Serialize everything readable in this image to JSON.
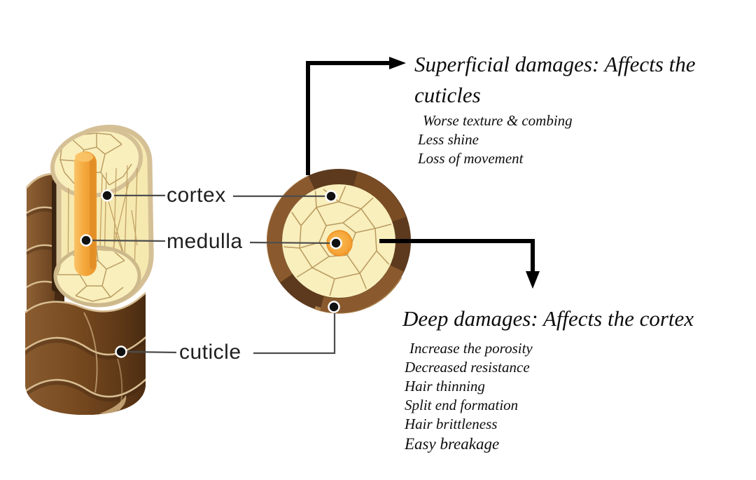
{
  "labels": {
    "cortex": "cortex",
    "medulla": "medulla",
    "cuticle": "cuticle"
  },
  "superficial": {
    "title": "Superficial damages: Affects the cuticles",
    "items": [
      "Worse texture & combing",
      "Less shine",
      "Loss of movement"
    ]
  },
  "deep": {
    "title": "Deep damages: Affects the cortex",
    "items": [
      "Increase the porosity",
      "Decreased resistance",
      "Hair thinning",
      "Split end formation",
      "Hair brittleness",
      "Easy breakage"
    ]
  },
  "colors": {
    "cuticle_brown": "#6b421f",
    "cuticle_brown_dark": "#4a2a11",
    "cuticle_brown_light": "#8a5a2e",
    "scale_edge_tan": "#d7bd92",
    "cortex_cream": "#f8edb9",
    "cell_line_brown": "#bb9d62",
    "medulla_orange": "#f5a83d",
    "rim_tan": "#d5c096",
    "text_black": "#0d0d0d",
    "leader_line_gray": "#4d4d4d",
    "arrow_black": "#000000"
  }
}
